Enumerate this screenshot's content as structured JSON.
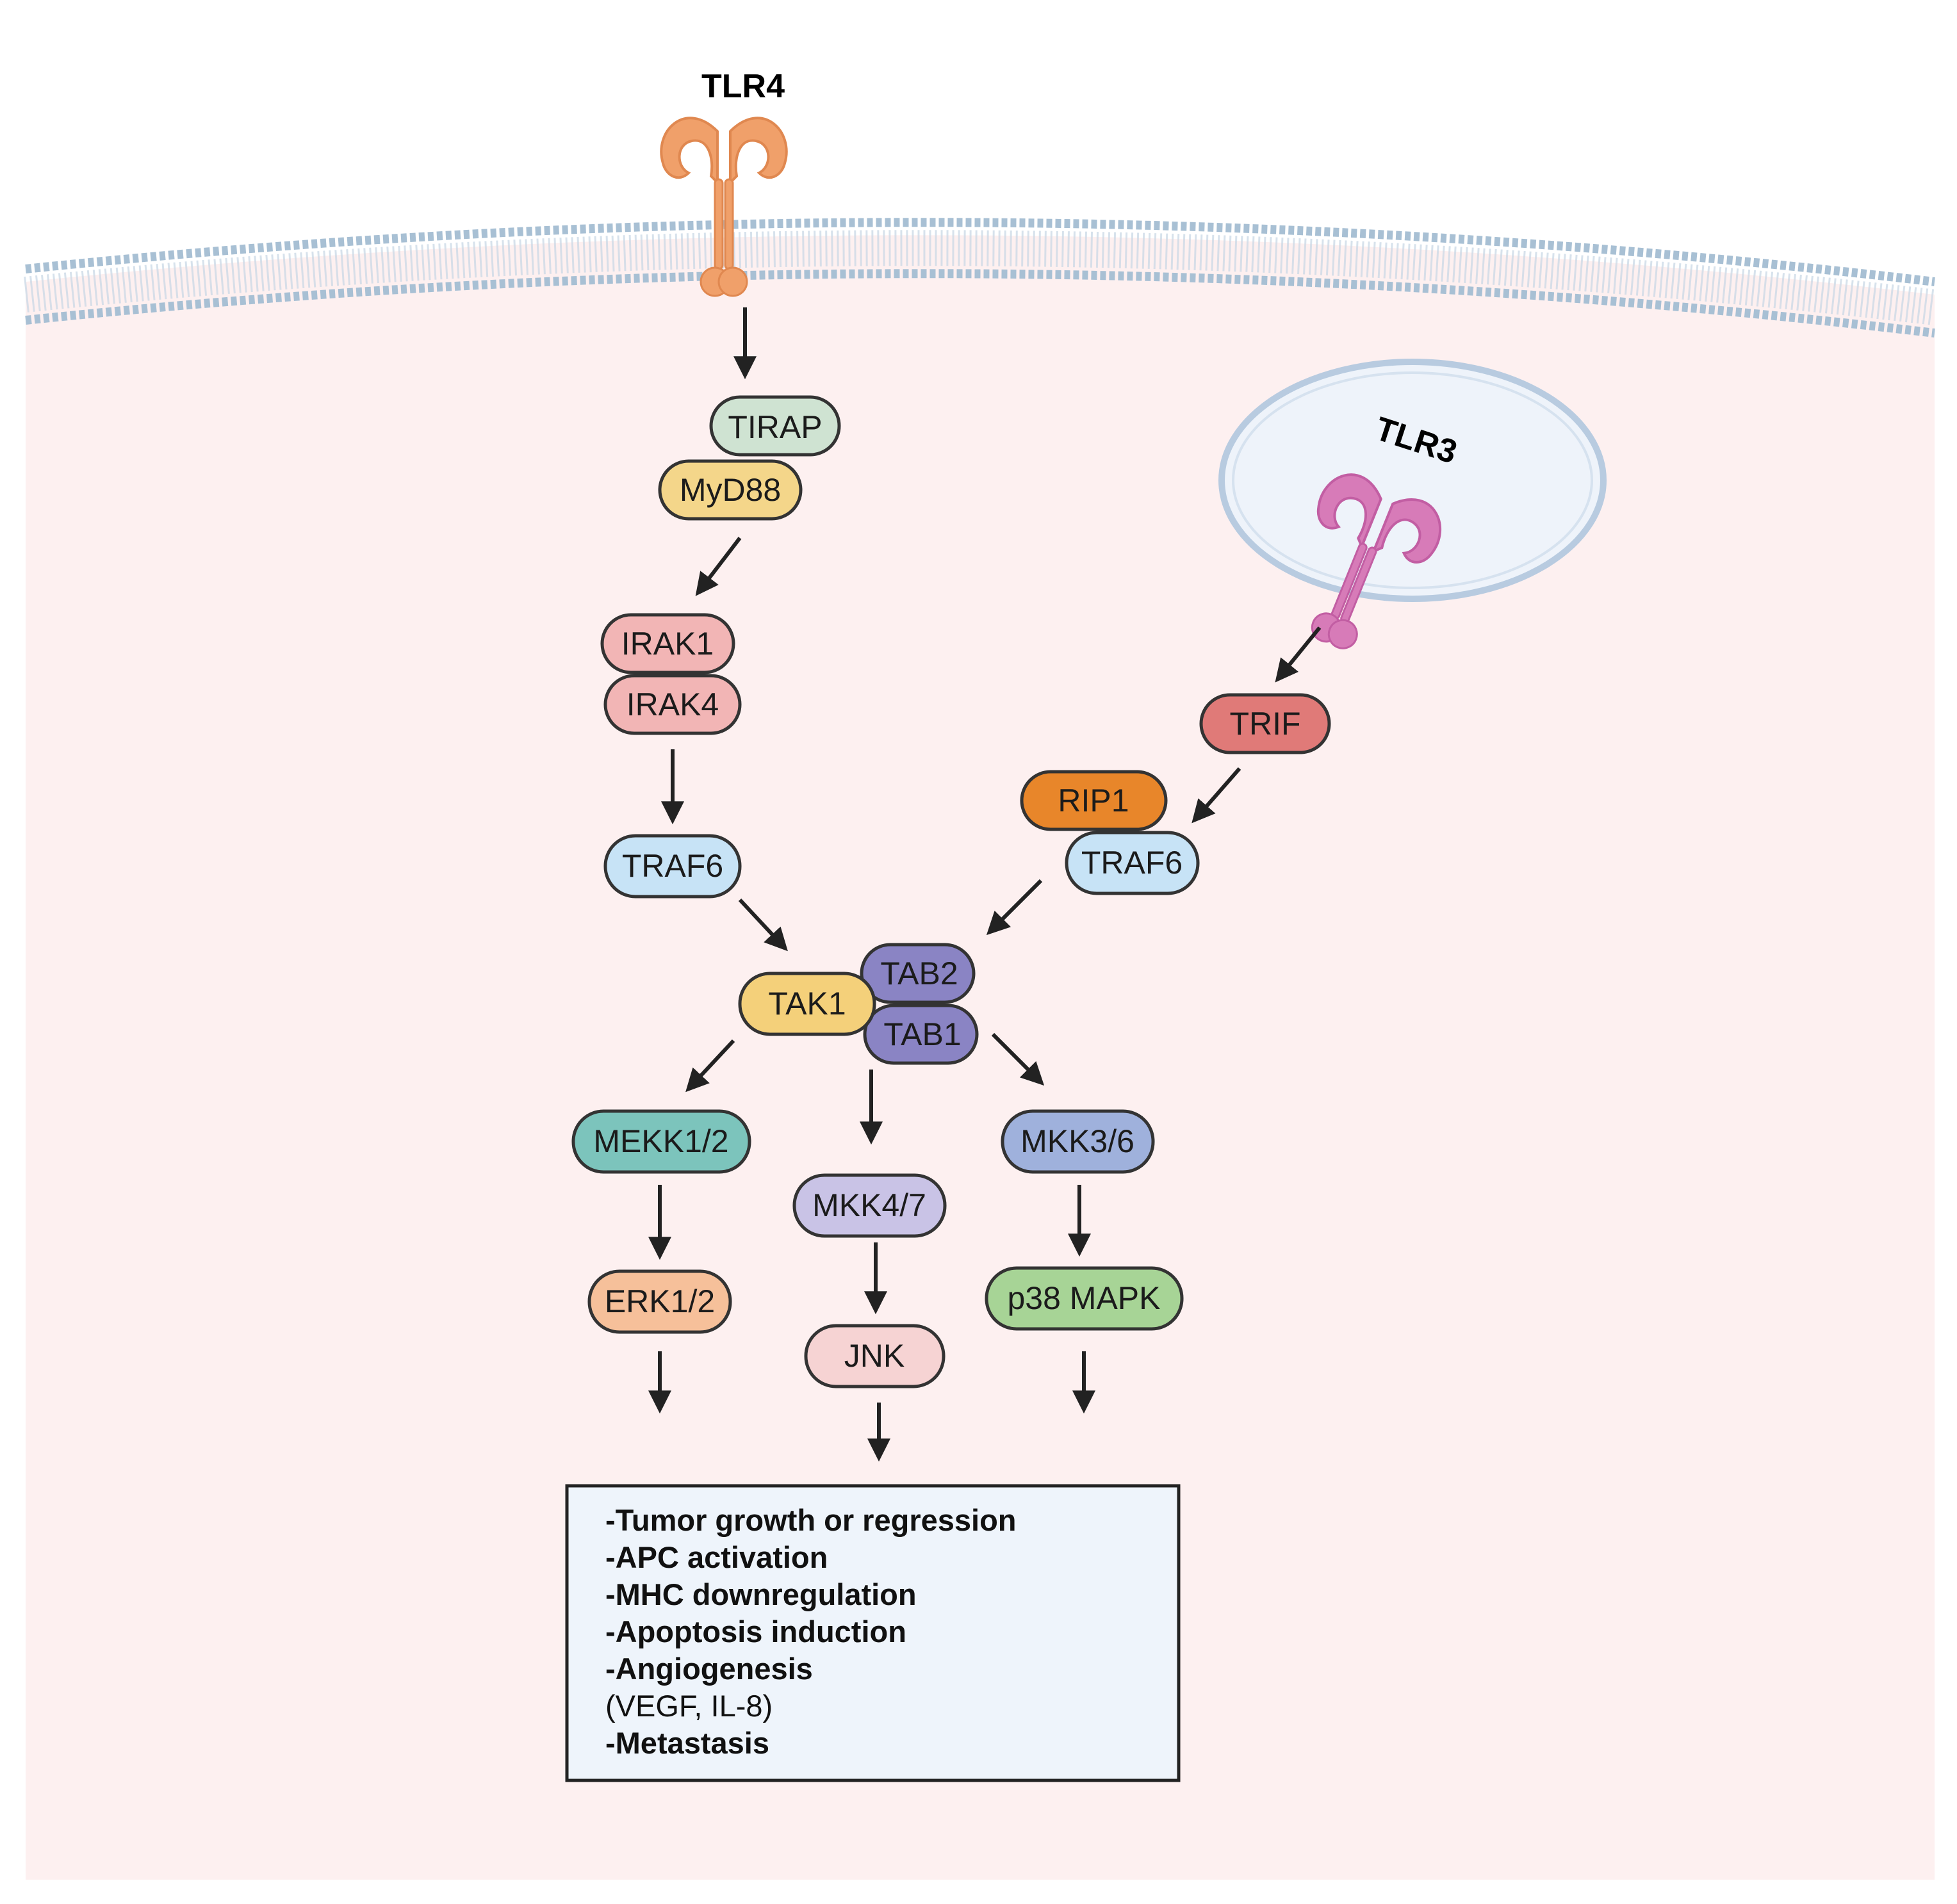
{
  "receptors": {
    "tlr4": {
      "label": "TLR4",
      "color": "#f0a06a"
    },
    "tlr3": {
      "label": "TLR3",
      "color": "#d77bb8"
    }
  },
  "nodes": {
    "tirap": {
      "label": "TIRAP",
      "color": "#cfe3d2"
    },
    "myd88": {
      "label": "MyD88",
      "color": "#f4d68a"
    },
    "irak1": {
      "label": "IRAK1",
      "color": "#f2b5b5"
    },
    "irak4": {
      "label": "IRAK4",
      "color": "#f2b5b5"
    },
    "traf6_left": {
      "label": "TRAF6",
      "color": "#c7e3f6"
    },
    "trif": {
      "label": "TRIF",
      "color": "#e07a78"
    },
    "rip1": {
      "label": "RIP1",
      "color": "#e8862a"
    },
    "traf6_right": {
      "label": "TRAF6",
      "color": "#c7e3f6"
    },
    "tak1": {
      "label": "TAK1",
      "color": "#f4d07a"
    },
    "tab2": {
      "label": "TAB2",
      "color": "#8a84c4"
    },
    "tab1": {
      "label": "TAB1",
      "color": "#8a84c4"
    },
    "mekk": {
      "label": "MEKK1/2",
      "color": "#7cc4bc"
    },
    "mkk47": {
      "label": "MKK4/7",
      "color": "#c9c3e6"
    },
    "mkk36": {
      "label": "MKK3/6",
      "color": "#9fb1dc"
    },
    "erk": {
      "label": "ERK1/2",
      "color": "#f6c09a"
    },
    "jnk": {
      "label": "JNK",
      "color": "#f6d3d3"
    },
    "p38": {
      "label": "p38 MAPK",
      "color": "#a7d496"
    }
  },
  "outcomes": {
    "items": [
      {
        "text": "-Tumor growth or regression",
        "bold": true
      },
      {
        "text": "-APC activation",
        "bold": true
      },
      {
        "text": "-MHC downregulation",
        "bold": true
      },
      {
        "text": "-Apoptosis induction",
        "bold": true
      },
      {
        "text": "-Angiogenesis",
        "bold": true
      },
      {
        "text": "(VEGF, IL-8)",
        "bold": false
      },
      {
        "text": "-Metastasis",
        "bold": true
      }
    ],
    "box_color": "#eef4fb"
  },
  "colors": {
    "cytoplasm": "#fdf0f0",
    "membrane": "#a8c0d4",
    "endosome_fill": "#eef3fa",
    "endosome_stroke": "#b8cbe0",
    "arrow": "#222222"
  }
}
